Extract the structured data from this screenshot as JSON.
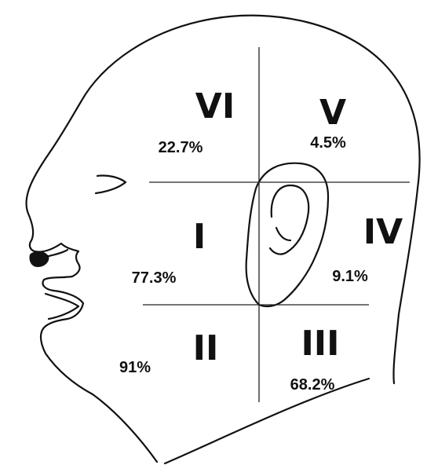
{
  "regions": [
    {
      "numeral": "VI",
      "percent": "22.7%"
    },
    {
      "numeral": "V",
      "percent": "4.5%"
    },
    {
      "numeral": "I",
      "percent": "77.3%"
    },
    {
      "numeral": "IV",
      "percent": "9.1%"
    },
    {
      "numeral": "II",
      "percent": "91%"
    },
    {
      "numeral": "III",
      "percent": "68.2%"
    }
  ],
  "colors": {
    "ink": "#111111",
    "background": "#ffffff"
  }
}
